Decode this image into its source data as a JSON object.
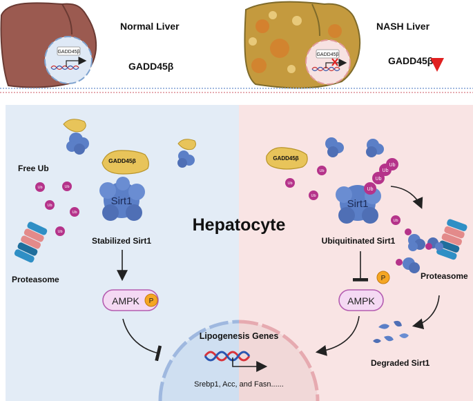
{
  "top": {
    "normal_liver_title": "Normal Liver",
    "normal_gene_box": "GADD45β",
    "normal_gene_label": "GADD45β",
    "nash_liver_title": "NASH Liver",
    "nash_gene_box": "GADD45β",
    "nash_gene_label": "GADD45β",
    "nash_arrow_meaning": "decreased"
  },
  "center_title": "Hepatocyte",
  "left_panel": {
    "free_ub_label": "Free Ub",
    "ub_badge": "Ub",
    "gadd_label": "GADD45β",
    "sirt1_label": "Sirt1",
    "stabilized_label": "Stabilized Sirt1",
    "proteasome_label": "Proteasome",
    "ampk_label": "AMPK",
    "phospho_label": "P"
  },
  "right_panel": {
    "gadd_label": "GADD45β",
    "ub_badge": "Ub",
    "sirt1_label": "Sirt1",
    "ubiquitinated_label": "Ubiquitinated Sirt1",
    "proteasome_label": "Proteasome",
    "ampk_label": "AMPK",
    "phospho_label": "P",
    "degraded_label": "Degraded Sirt1"
  },
  "nucleus": {
    "title": "Lipogenesis Genes",
    "genes": "Srebp1, Acc, and Fasn......"
  },
  "colors": {
    "left_bg": "#e3ecf6",
    "right_bg": "#f9e4e4",
    "sirt1": "#5b7fc7",
    "ub": "#b5338a",
    "gadd": "#e8c45a",
    "ampk_fill": "#f4d9f3",
    "ampk_stroke": "#b45cb0",
    "phospho": "#f5a623",
    "arrow_red": "#e02020"
  }
}
